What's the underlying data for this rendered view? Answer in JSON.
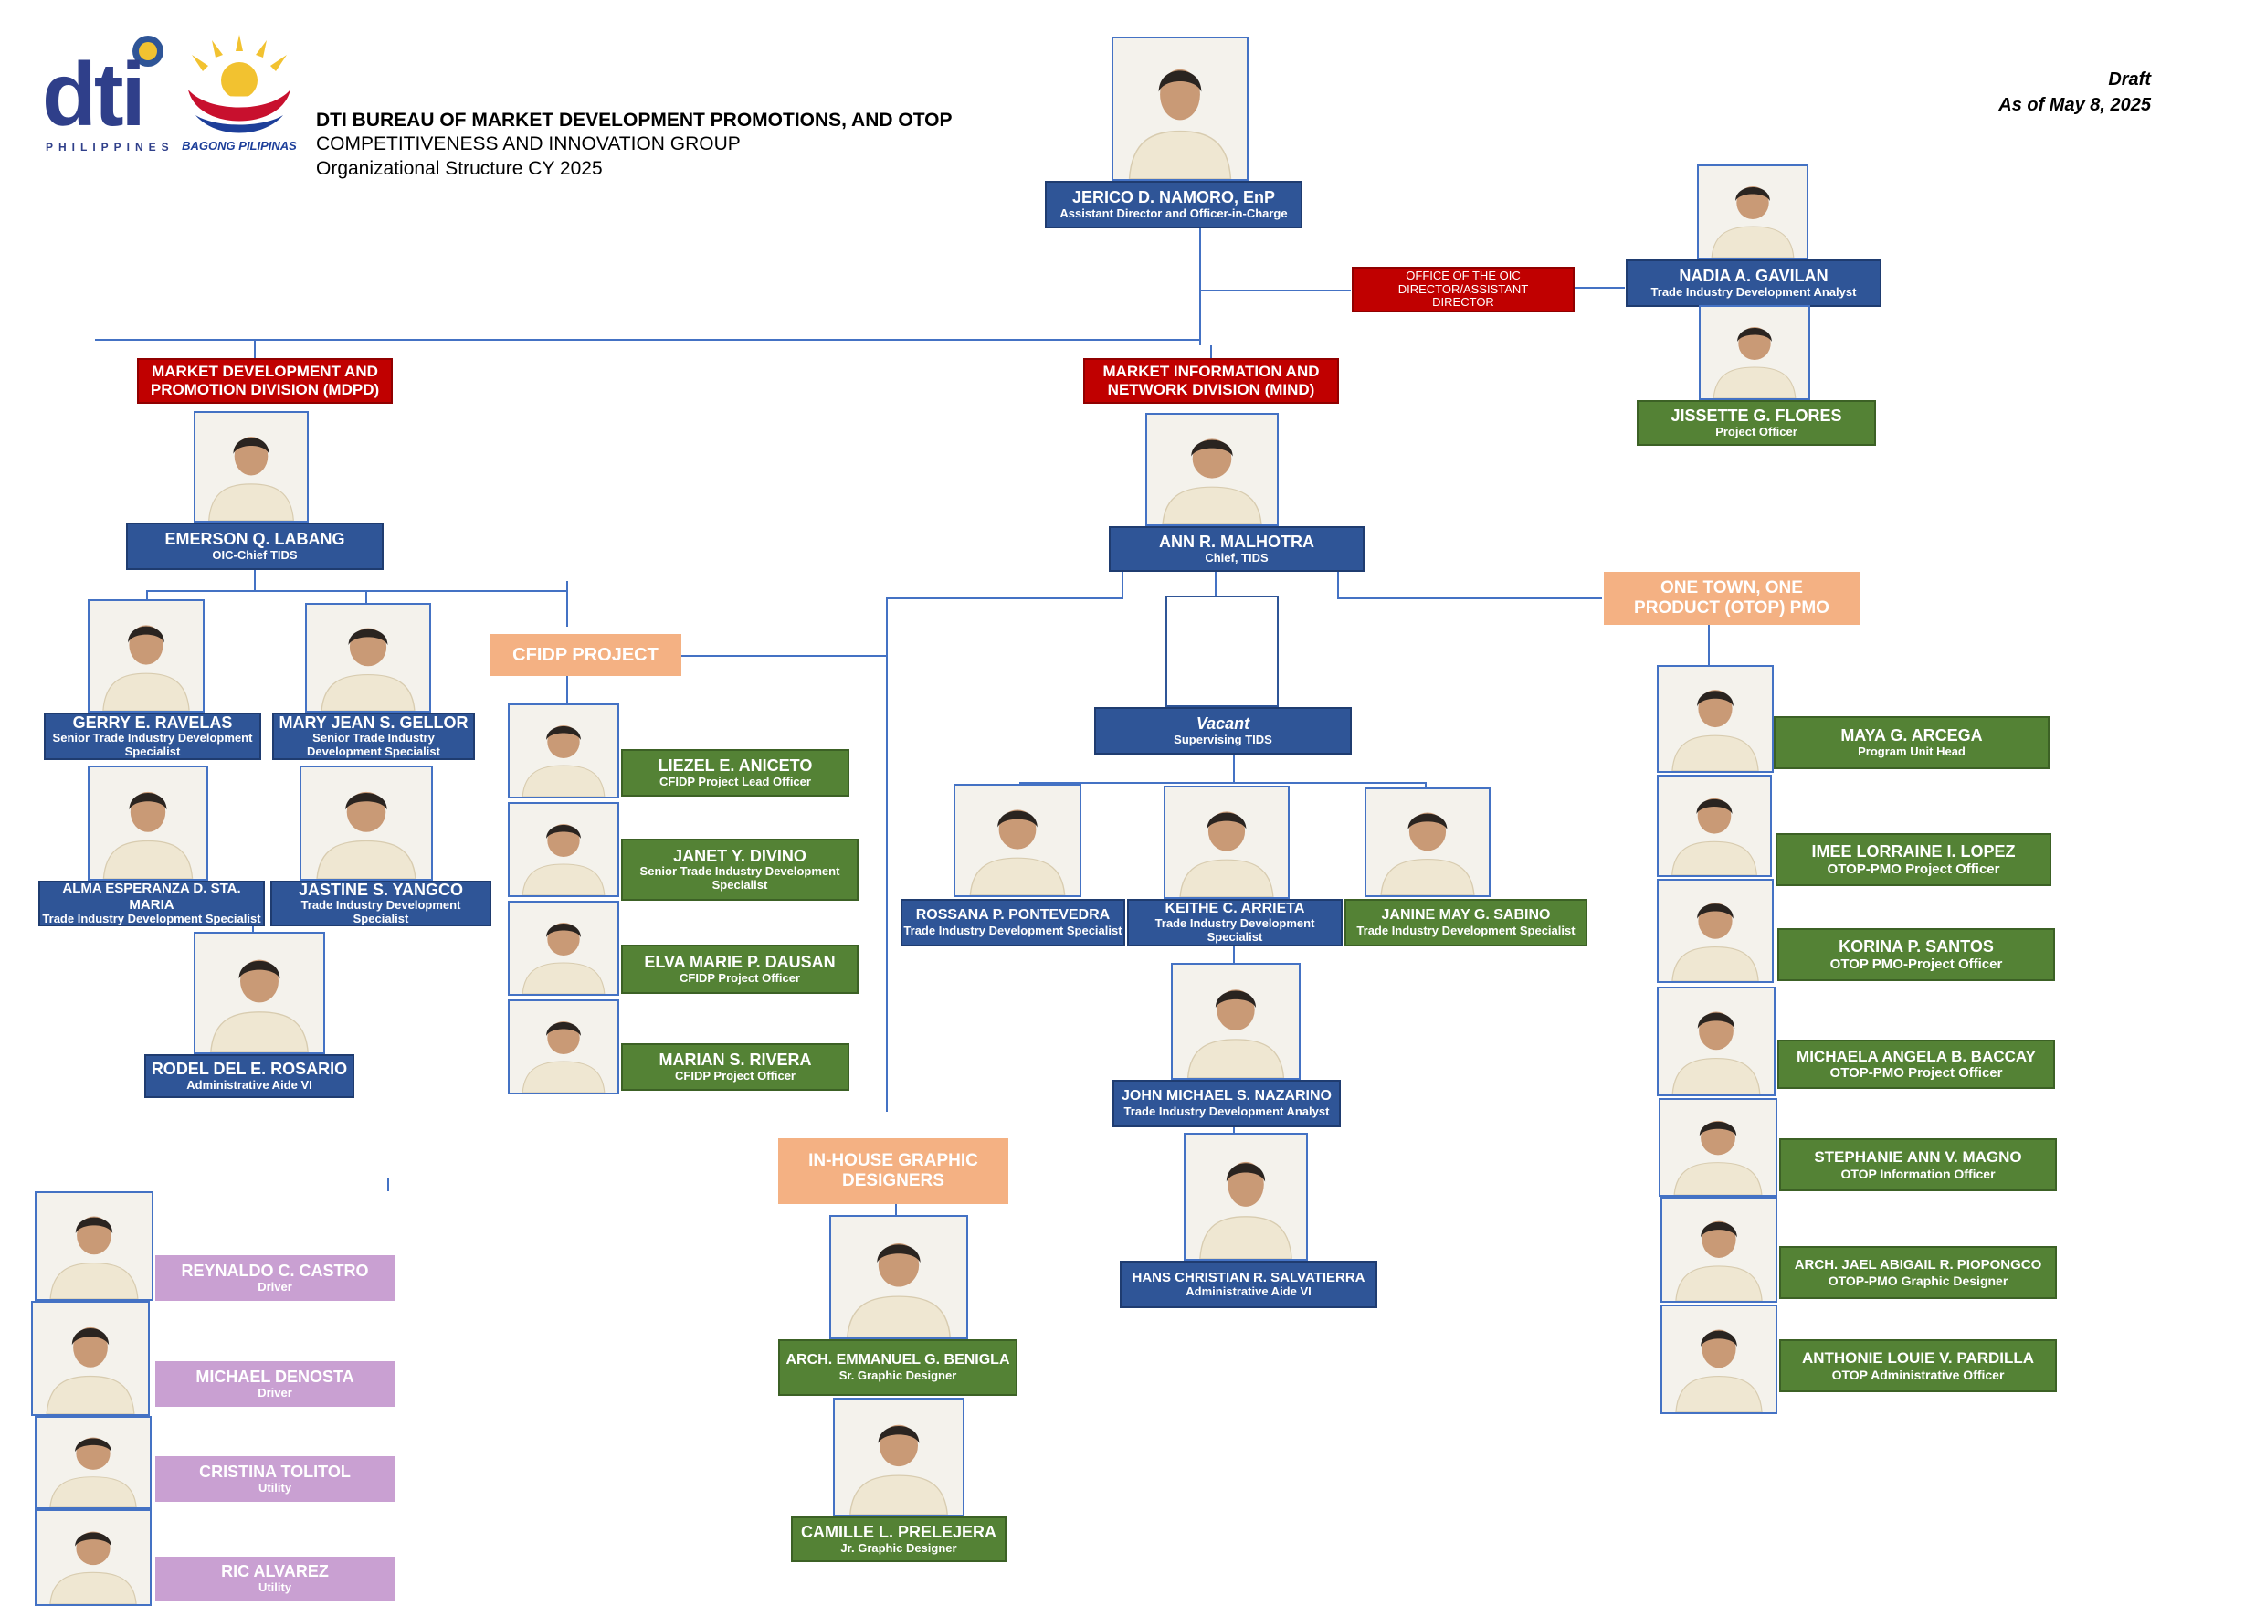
{
  "header": {
    "logo_dti": "dti",
    "logo_dti_sub": "PHILIPPINES",
    "logo_bp_sub": "BAGONG PILIPINAS",
    "title": "DTI BUREAU OF MARKET DEVELOPMENT PROMOTIONS, AND OTOP",
    "group": "COMPETITIVENESS AND INNOVATION GROUP",
    "subtitle": "Organizational Structure CY 2025",
    "draft": "Draft",
    "asof": "As of May 8, 2025"
  },
  "colors": {
    "blue": "#2f5597",
    "green": "#548235",
    "red": "#c00000",
    "peach": "#f4b183",
    "pink": "#c9a0d2",
    "connector": "#4472c4"
  },
  "head": {
    "name": "JERICO D. NAMORO, EnP",
    "title": "Assistant Director and Officer-in-Charge"
  },
  "units": {
    "oic_office": "OFFICE OF THE OIC DIRECTOR/ASSISTANT DIRECTOR",
    "mdpd": "MARKET DEVELOPMENT AND PROMOTION DIVISION (MDPD)",
    "mind": "MARKET INFORMATION AND NETWORK DIVISION (MIND)",
    "cfidp": "CFIDP PROJECT",
    "otop": "ONE TOWN, ONE PRODUCT (OTOP) PMO",
    "graphic": "IN-HOUSE GRAPHIC DESIGNERS"
  },
  "oic_staff": [
    {
      "name": "NADIA A. GAVILAN",
      "title": "Trade Industry Development Analyst"
    },
    {
      "name": "JISSETTE G. FLORES",
      "title": "Project Officer"
    }
  ],
  "mdpd": {
    "chief": {
      "name": "EMERSON Q. LABANG",
      "title": "OIC-Chief TIDS"
    },
    "staff": [
      {
        "name": "GERRY E. RAVELAS",
        "title": "Senior Trade Industry Development Specialist"
      },
      {
        "name": "MARY JEAN S. GELLOR",
        "title": "Senior Trade Industry Development Specialist"
      },
      {
        "name": "ALMA ESPERANZA D. STA. MARIA",
        "title": "Trade Industry Development Specialist"
      },
      {
        "name": "JASTINE S. YANGCO",
        "title": "Trade Industry Development Specialist"
      },
      {
        "name": "RODEL DEL E. ROSARIO",
        "title": "Administrative Aide VI"
      }
    ]
  },
  "cfidp_staff": [
    {
      "name": "LIEZEL E.  ANICETO",
      "title": "CFIDP Project Lead Officer"
    },
    {
      "name": "JANET Y. DIVINO",
      "title": "Senior Trade Industry Development Specialist"
    },
    {
      "name": "ELVA MARIE P. DAUSAN",
      "title": "CFIDP Project Officer"
    },
    {
      "name": "MARIAN S. RIVERA",
      "title": "CFIDP Project Officer"
    }
  ],
  "support_staff": [
    {
      "name": "REYNALDO C. CASTRO",
      "title": "Driver"
    },
    {
      "name": "MICHAEL DENOSTA",
      "title": "Driver"
    },
    {
      "name": "CRISTINA TOLITOL",
      "title": "Utility"
    },
    {
      "name": "RIC ALVAREZ",
      "title": "Utility"
    }
  ],
  "graphic_staff": [
    {
      "name": "ARCH. EMMANUEL G. BENIGLA",
      "title": "Sr. Graphic Designer"
    },
    {
      "name": "CAMILLE L. PRELEJERA",
      "title": "Jr. Graphic Designer"
    }
  ],
  "mind": {
    "chief": {
      "name": "ANN R. MALHOTRA",
      "title": "Chief, TIDS"
    },
    "supervisor": {
      "name": "Vacant",
      "title": "Supervising TIDS"
    },
    "staff": [
      {
        "name": "ROSSANA P. PONTEVEDRA",
        "title": "Trade Industry Development Specialist"
      },
      {
        "name": "KEITHE C. ARRIETA",
        "title": "Trade Industry Development Specialist"
      },
      {
        "name": "JANINE MAY G. SABINO",
        "title": "Trade Industry Development Specialist"
      },
      {
        "name": "JOHN MICHAEL S. NAZARINO",
        "title": "Trade Industry Development Analyst"
      },
      {
        "name": "HANS CHRISTIAN R. SALVATIERRA",
        "title": "Administrative Aide VI"
      }
    ]
  },
  "otop_staff": [
    {
      "name": "MAYA G. ARCEGA",
      "title": "Program Unit Head"
    },
    {
      "name": "IMEE LORRAINE I. LOPEZ",
      "title": "OTOP-PMO Project Officer"
    },
    {
      "name": "KORINA P. SANTOS",
      "title": "OTOP PMO-Project Officer"
    },
    {
      "name": "MICHAELA ANGELA B. BACCAY",
      "title": "OTOP-PMO Project Officer"
    },
    {
      "name": "STEPHANIE ANN V. MAGNO",
      "title": "OTOP Information Officer"
    },
    {
      "name": "ARCH. JAEL ABIGAIL R. PIOPONGCO",
      "title": "OTOP-PMO Graphic Designer"
    },
    {
      "name": "ANTHONIE LOUIE V. PARDILLA",
      "title": "OTOP Administrative Officer"
    }
  ]
}
